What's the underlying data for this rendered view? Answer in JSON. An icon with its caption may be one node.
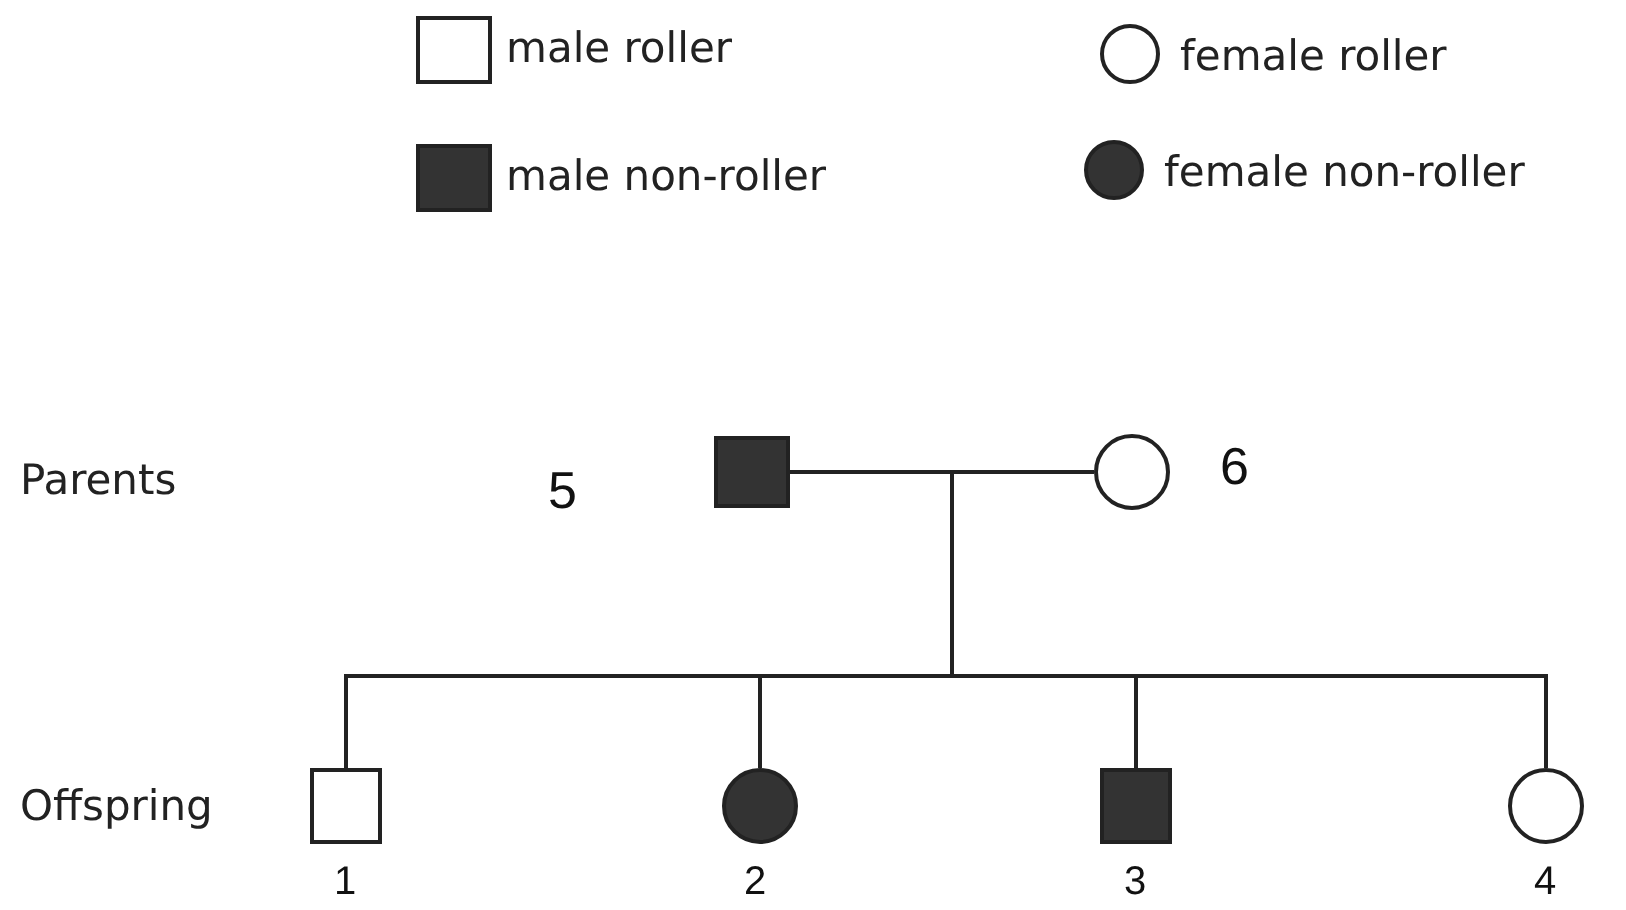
{
  "diagram": {
    "nodes": [
      {
        "text": [],
        "shape": "box",
        "beside": [
          "5"
        ]
      },
      {
        "text": [],
        "shape": "circle",
        "beside": [
          "6"
        ]
      },
      {
        "text": [],
        "shape": "box",
        "beside": [
          "1"
        ]
      },
      {
        "text": [],
        "shape": "circle",
        "beside": [
          "2"
        ]
      },
      {
        "text": [],
        "shape": "box",
        "beside": [
          "3"
        ]
      },
      {
        "text": [],
        "shape": "circle",
        "beside": [
          "4"
        ]
      }
    ],
    "edges": [
      {
        "from": 0,
        "to": 1,
        "arrow": "none"
      },
      {
        "from": 0,
        "to": 2,
        "arrow": "none"
      },
      {
        "from": 0,
        "to": 3,
        "arrow": "none"
      },
      {
        "from": 0,
        "to": 4,
        "arrow": "none"
      },
      {
        "from": 0,
        "to": 5,
        "arrow": "none"
      },
      {
        "from": 1,
        "to": 2,
        "arrow": "none"
      },
      {
        "from": 1,
        "to": 3,
        "arrow": "none"
      },
      {
        "from": 1,
        "to": 4,
        "arrow": "none"
      },
      {
        "from": 1,
        "to": 5,
        "arrow": "none"
      }
    ],
    "labels": [
      "Parents",
      "Offspring"
    ],
    "legend": [
      {
        "text": "male roller"
      },
      {
        "text": "female roller"
      },
      {
        "text": "male non-roller"
      },
      {
        "text": "female non-roller"
      }
    ]
  }
}
